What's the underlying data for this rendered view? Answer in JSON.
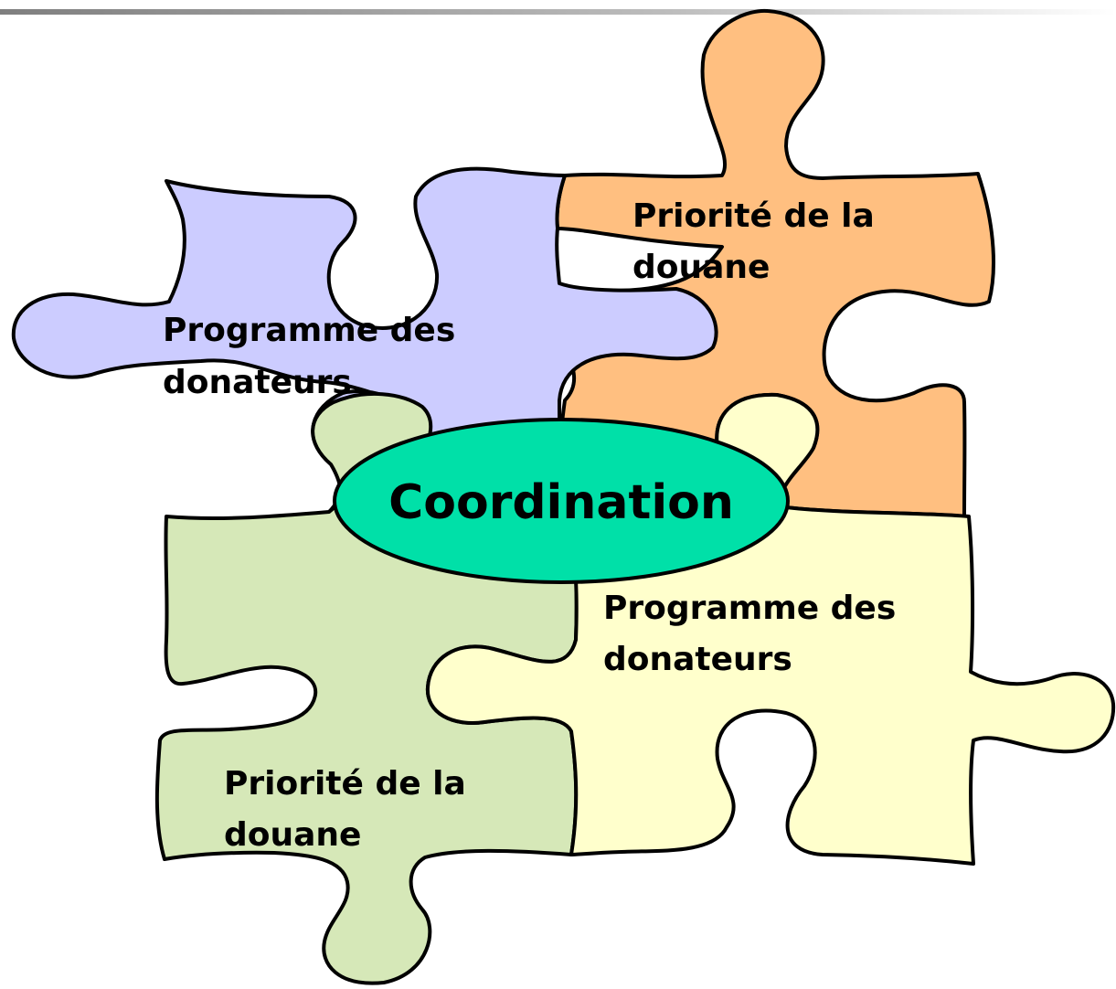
{
  "pieces": {
    "top_left": {
      "line1": "Programme des",
      "line2": "donateurs",
      "color": "#ccccff"
    },
    "top_right": {
      "line1": "Priorité de la",
      "line2": "douane",
      "color": "#ffbf80"
    },
    "bottom_left": {
      "line1": "Priorité de la",
      "line2": "douane",
      "color": "#d6e8b8"
    },
    "bottom_right": {
      "line1": "Programme des",
      "line2": "donateurs",
      "color": "#ffffcc"
    }
  },
  "center": {
    "label": "Coordination",
    "color": "#00e0a8"
  },
  "header_bar_color": "#808080"
}
